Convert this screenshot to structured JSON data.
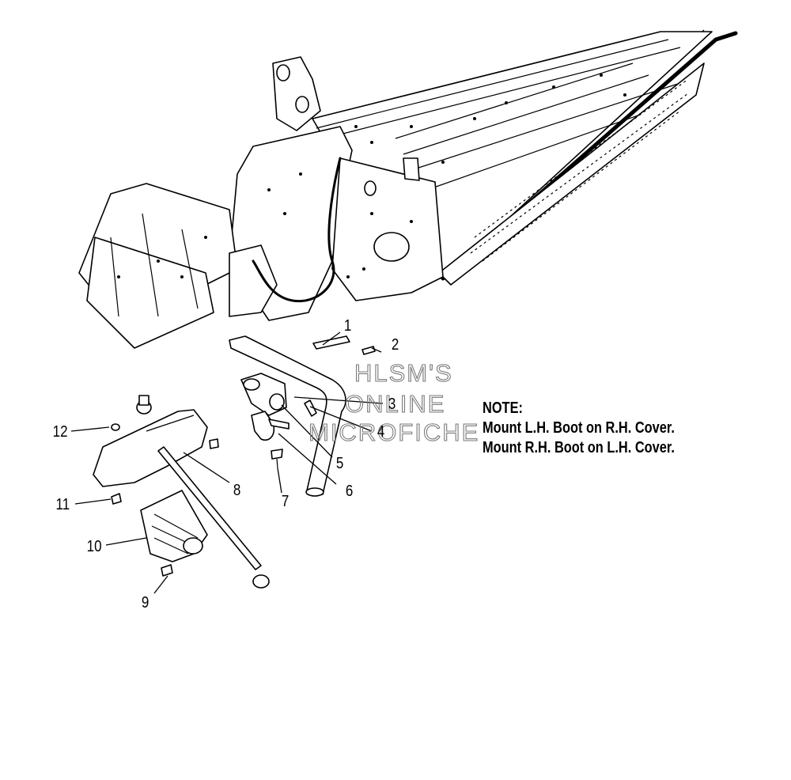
{
  "callouts": [
    {
      "id": "1",
      "text": "1"
    },
    {
      "id": "2",
      "text": "2"
    },
    {
      "id": "3",
      "text": "3"
    },
    {
      "id": "4",
      "text": "4"
    },
    {
      "id": "5",
      "text": "5"
    },
    {
      "id": "6",
      "text": "6"
    },
    {
      "id": "7",
      "text": "7"
    },
    {
      "id": "8",
      "text": "8"
    },
    {
      "id": "9",
      "text": "9"
    },
    {
      "id": "10",
      "text": "10"
    },
    {
      "id": "11",
      "text": "11"
    },
    {
      "id": "12",
      "text": "12"
    }
  ],
  "note": {
    "heading": "NOTE:",
    "line1": "Mount L.H. Boot on R.H. Cover.",
    "line2": "Mount R.H. Boot on L.H. Cover."
  },
  "watermark": {
    "line1": "HLSM'S",
    "line2": "ONLINE",
    "line3": "MICROFICHE"
  }
}
